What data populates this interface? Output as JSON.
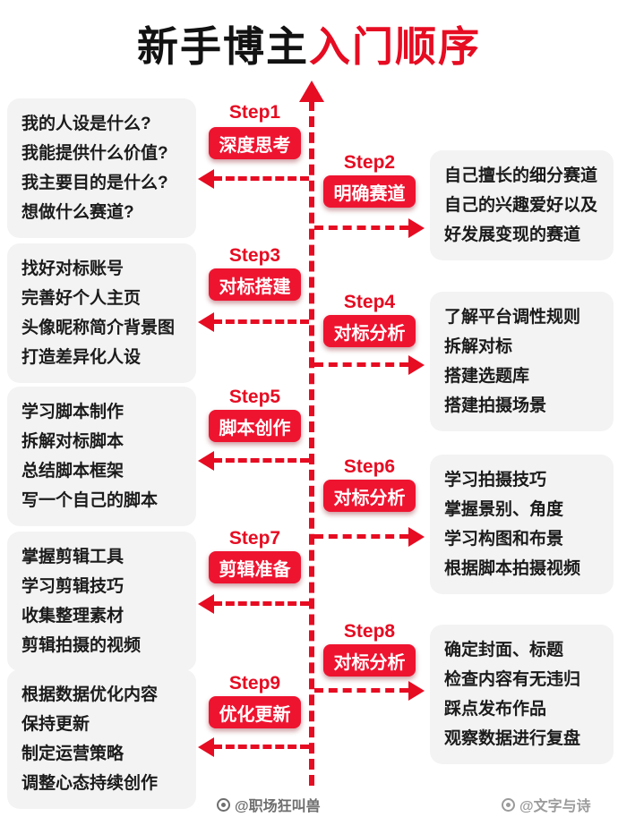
{
  "title": {
    "prefix": "新手博主",
    "highlight": "入门顺序"
  },
  "colors": {
    "accent_red": "#e60c22",
    "button_red": "#ee1430",
    "box_background": "#f3f3f3",
    "text_dark": "#1b1b1b"
  },
  "steps": [
    {
      "label": "Step1",
      "button": "深度思考",
      "side": "left",
      "items": [
        "我的人设是什么?",
        "我能提供什么价值?",
        "我主要目的是什么?",
        "想做什么赛道?"
      ]
    },
    {
      "label": "Step2",
      "button": "明确赛道",
      "side": "right",
      "items": [
        "自己擅长的细分赛道",
        "自己的兴趣爱好以及",
        "好发展变现的赛道"
      ]
    },
    {
      "label": "Step3",
      "button": "对标搭建",
      "side": "left",
      "items": [
        "找好对标账号",
        "完善好个人主页",
        "头像昵称简介背景图",
        "打造差异化人设"
      ]
    },
    {
      "label": "Step4",
      "button": "对标分析",
      "side": "right",
      "items": [
        "了解平台调性规则",
        "拆解对标",
        "搭建选题库",
        "搭建拍摄场景"
      ]
    },
    {
      "label": "Step5",
      "button": "脚本创作",
      "side": "left",
      "items": [
        "学习脚本制作",
        "拆解对标脚本",
        "总结脚本框架",
        "写一个自己的脚本"
      ]
    },
    {
      "label": "Step6",
      "button": "对标分析",
      "side": "right",
      "items": [
        "学习拍摄技巧",
        "掌握景别、角度",
        "学习构图和布景",
        "根据脚本拍摄视频"
      ]
    },
    {
      "label": "Step7",
      "button": "剪辑准备",
      "side": "left",
      "items": [
        "掌握剪辑工具",
        "学习剪辑技巧",
        "收集整理素材",
        "剪辑拍摄的视频"
      ]
    },
    {
      "label": "Step8",
      "button": "对标分析",
      "side": "right",
      "items": [
        "确定封面、标题",
        "检查内容有无违归",
        "踩点发布作品",
        "观察数据进行复盘"
      ]
    },
    {
      "label": "Step9",
      "button": "优化更新",
      "side": "left",
      "items": [
        "根据数据优化内容",
        "保持更新",
        "制定运营策略",
        "调整心态持续创作"
      ]
    }
  ],
  "footer": {
    "left_watermark": "@职场狂叫兽",
    "right_watermark": "@文字与诗"
  }
}
